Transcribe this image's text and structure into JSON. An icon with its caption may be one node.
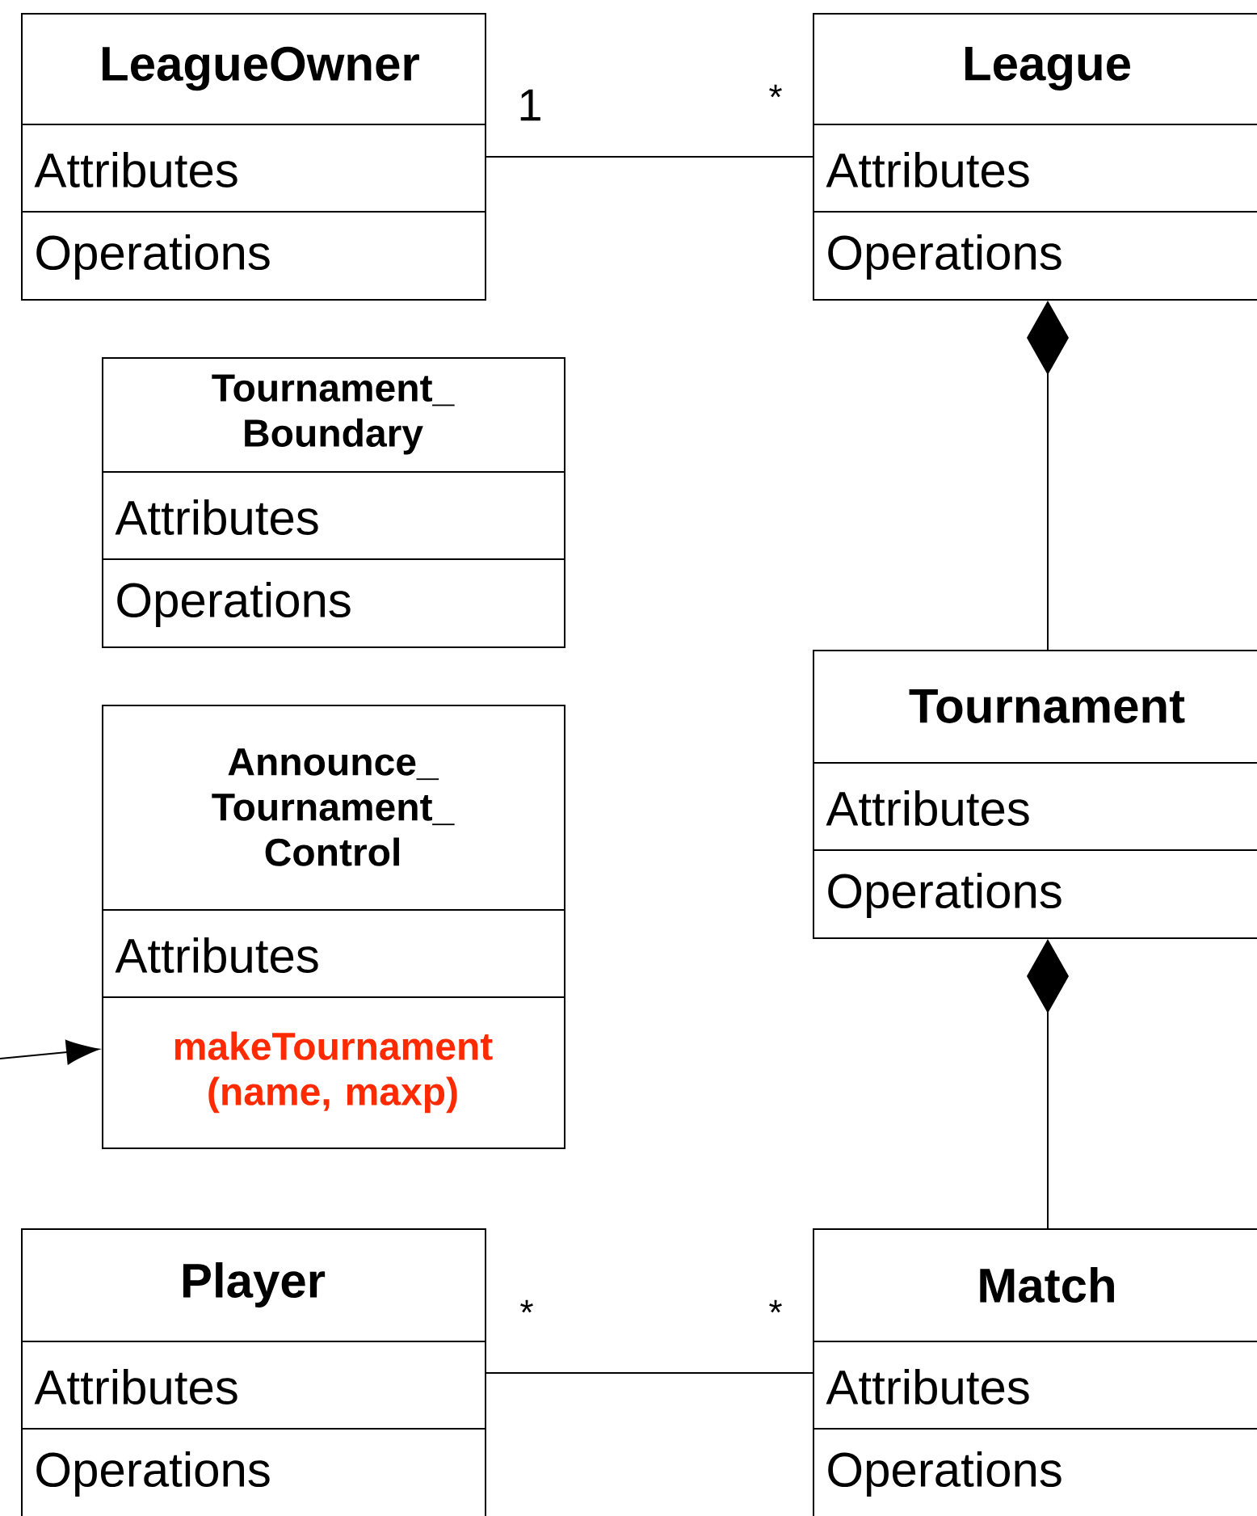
{
  "diagram": {
    "nodes": [
      {
        "text": [
          "LeagueOwner",
          "Attributes",
          "Operations"
        ]
      },
      {
        "text": [
          "League",
          "Attributes",
          "Operations"
        ]
      },
      {
        "text": [
          "Tournament_ Boundary",
          "Attributes",
          "Operations"
        ]
      },
      {
        "text": [
          "Announce_ Tournament_ Control",
          "Attributes",
          "makeTournament (name, maxp)"
        ]
      },
      {
        "text": [
          "Tournament",
          "Attributes",
          "Operations"
        ]
      },
      {
        "text": [
          "Player",
          "Attributes",
          "Operations"
        ]
      },
      {
        "text": [
          "Match",
          "Attributes",
          "Operations"
        ]
      }
    ],
    "edges": [
      {
        "from": 0,
        "to": 1,
        "arrow": "none"
      },
      {
        "from": 1,
        "to": 4,
        "arrow": "other"
      },
      {
        "from": 4,
        "to": 6,
        "arrow": "other"
      },
      {
        "from": null,
        "to": 3,
        "arrow": "to"
      },
      {
        "from": 5,
        "to": 6,
        "arrow": "none"
      }
    ],
    "labels": [
      "1",
      "*",
      "*",
      "*"
    ]
  }
}
